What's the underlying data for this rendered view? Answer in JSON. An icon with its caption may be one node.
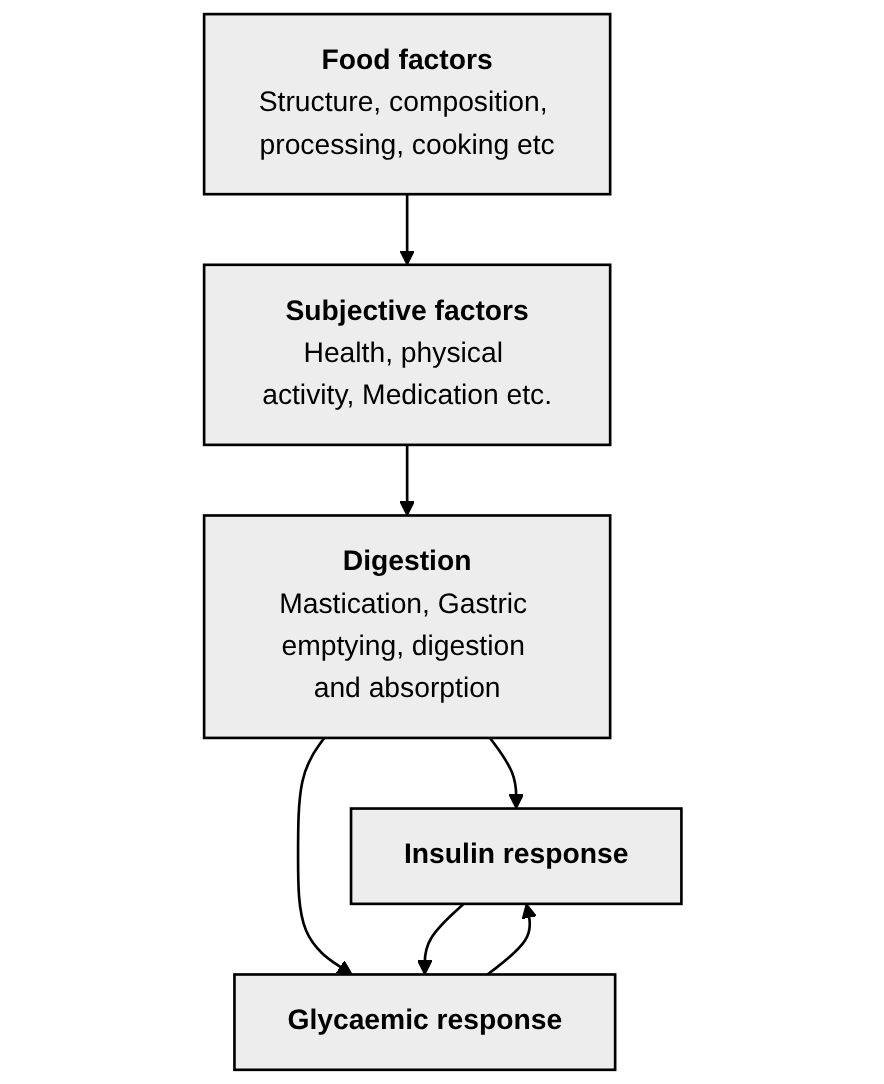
{
  "diagram": {
    "nodes": [
      {
        "text": [
          "Food factors",
          "Structure, composition, processing, cooking etc"
        ]
      },
      {
        "text": [
          "Subjective factors",
          "Health, physical activity, Medication etc."
        ]
      },
      {
        "text": [
          "Digestion",
          "Mastication, Gastric emptying, digestion and absorption"
        ]
      },
      {
        "text": [
          "Insulin response"
        ]
      },
      {
        "text": [
          "Glycaemic response"
        ]
      }
    ],
    "edges": [
      {
        "from": 0,
        "to": 1,
        "arrow": "to"
      },
      {
        "from": 1,
        "to": 2,
        "arrow": "to"
      },
      {
        "from": 2,
        "to": 3,
        "arrow": "to"
      },
      {
        "from": 2,
        "to": 4,
        "arrow": "to"
      },
      {
        "from": 3,
        "to": 4,
        "arrow": "to"
      },
      {
        "from": 4,
        "to": 3,
        "arrow": "to"
      }
    ]
  }
}
